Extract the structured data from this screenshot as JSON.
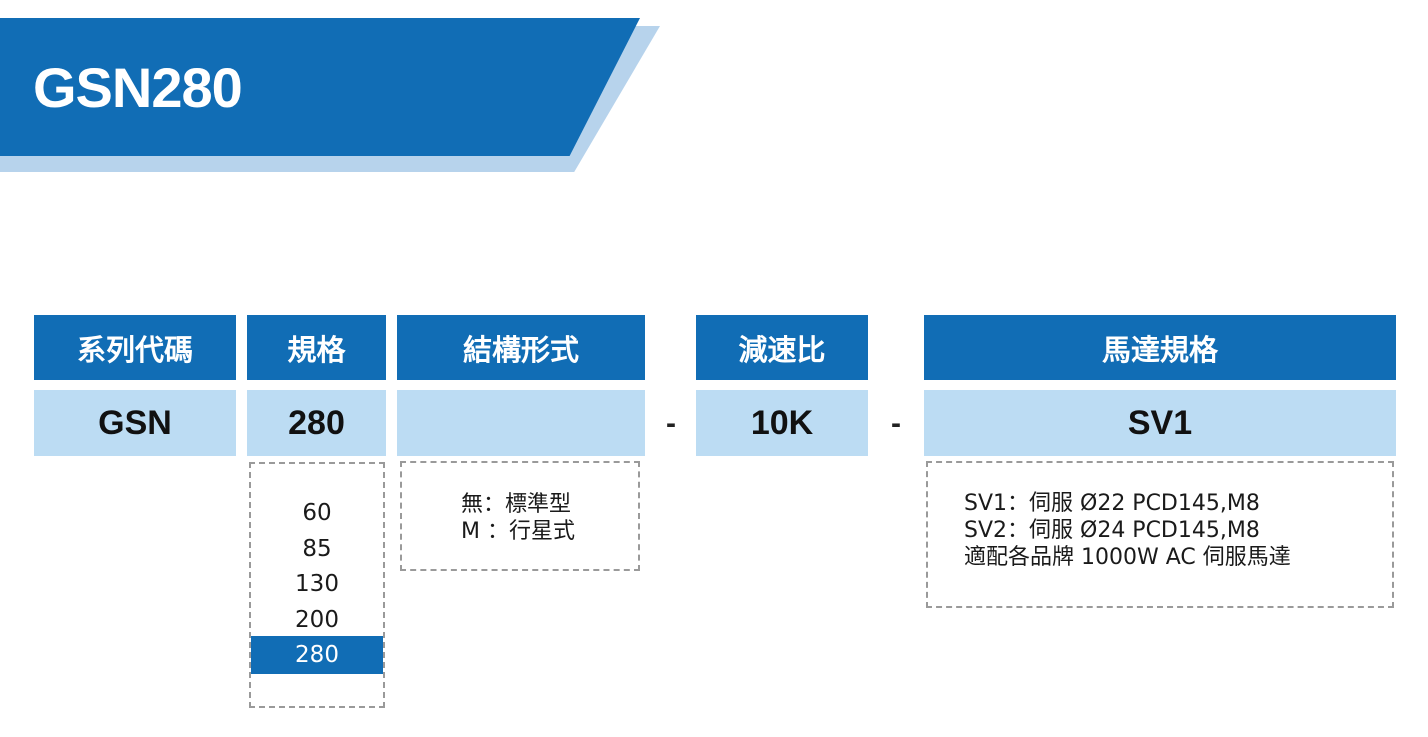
{
  "title": "GSN280",
  "colors": {
    "brand_blue": "#116db5",
    "light_blue": "#bcdcf3"
  },
  "table": {
    "headers": [
      "系列代碼",
      "規格",
      "結構形式",
      "減速比",
      "馬達規格"
    ],
    "values": [
      "GSN",
      "280",
      "",
      "10K",
      "SV1"
    ],
    "separators": [
      "-",
      "-"
    ]
  },
  "spec_options": {
    "items": [
      "60",
      "85",
      "130",
      "200",
      "280"
    ],
    "selected": "280"
  },
  "structure_options": [
    "無：標準型",
    "M ：行星式"
  ],
  "motor_options": [
    "SV1：伺服 Ø22 PCD145,M8",
    "SV2：伺服 Ø24 PCD145,M8",
    "適配各品牌 1000W AC 伺服馬達"
  ]
}
